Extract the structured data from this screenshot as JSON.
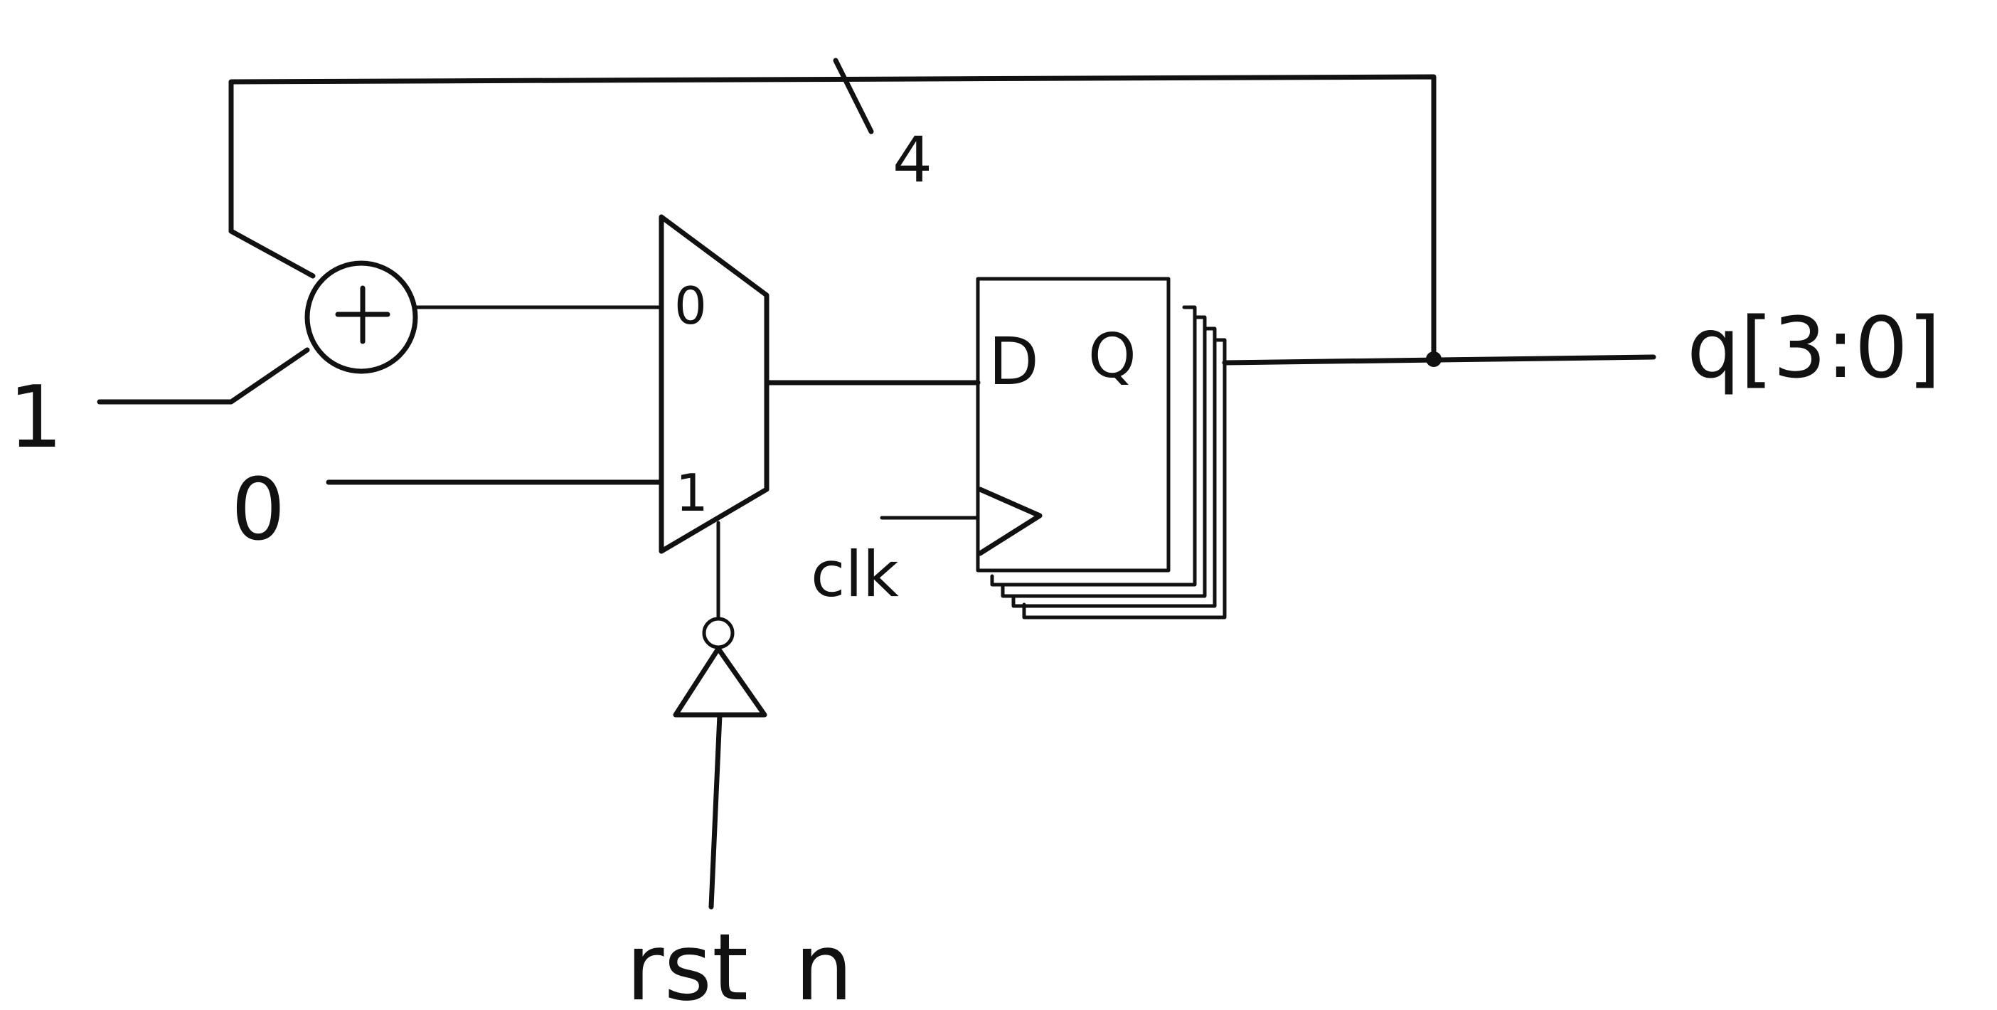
{
  "labels": {
    "bus_width": "4",
    "const_one": "1",
    "const_zero": "0",
    "mux_in0": "0",
    "mux_in1": "1",
    "flop_d": "D",
    "flop_q": "Q",
    "clock": "clk",
    "reset": "rst_n",
    "output": "q[3:0]"
  },
  "icons": {
    "adder": "plus-circle-icon",
    "inverter": "not-gate-icon",
    "clock_edge": "clock-triangle-icon"
  },
  "colors": {
    "ink": "#111111",
    "paper": "#ffffff"
  }
}
